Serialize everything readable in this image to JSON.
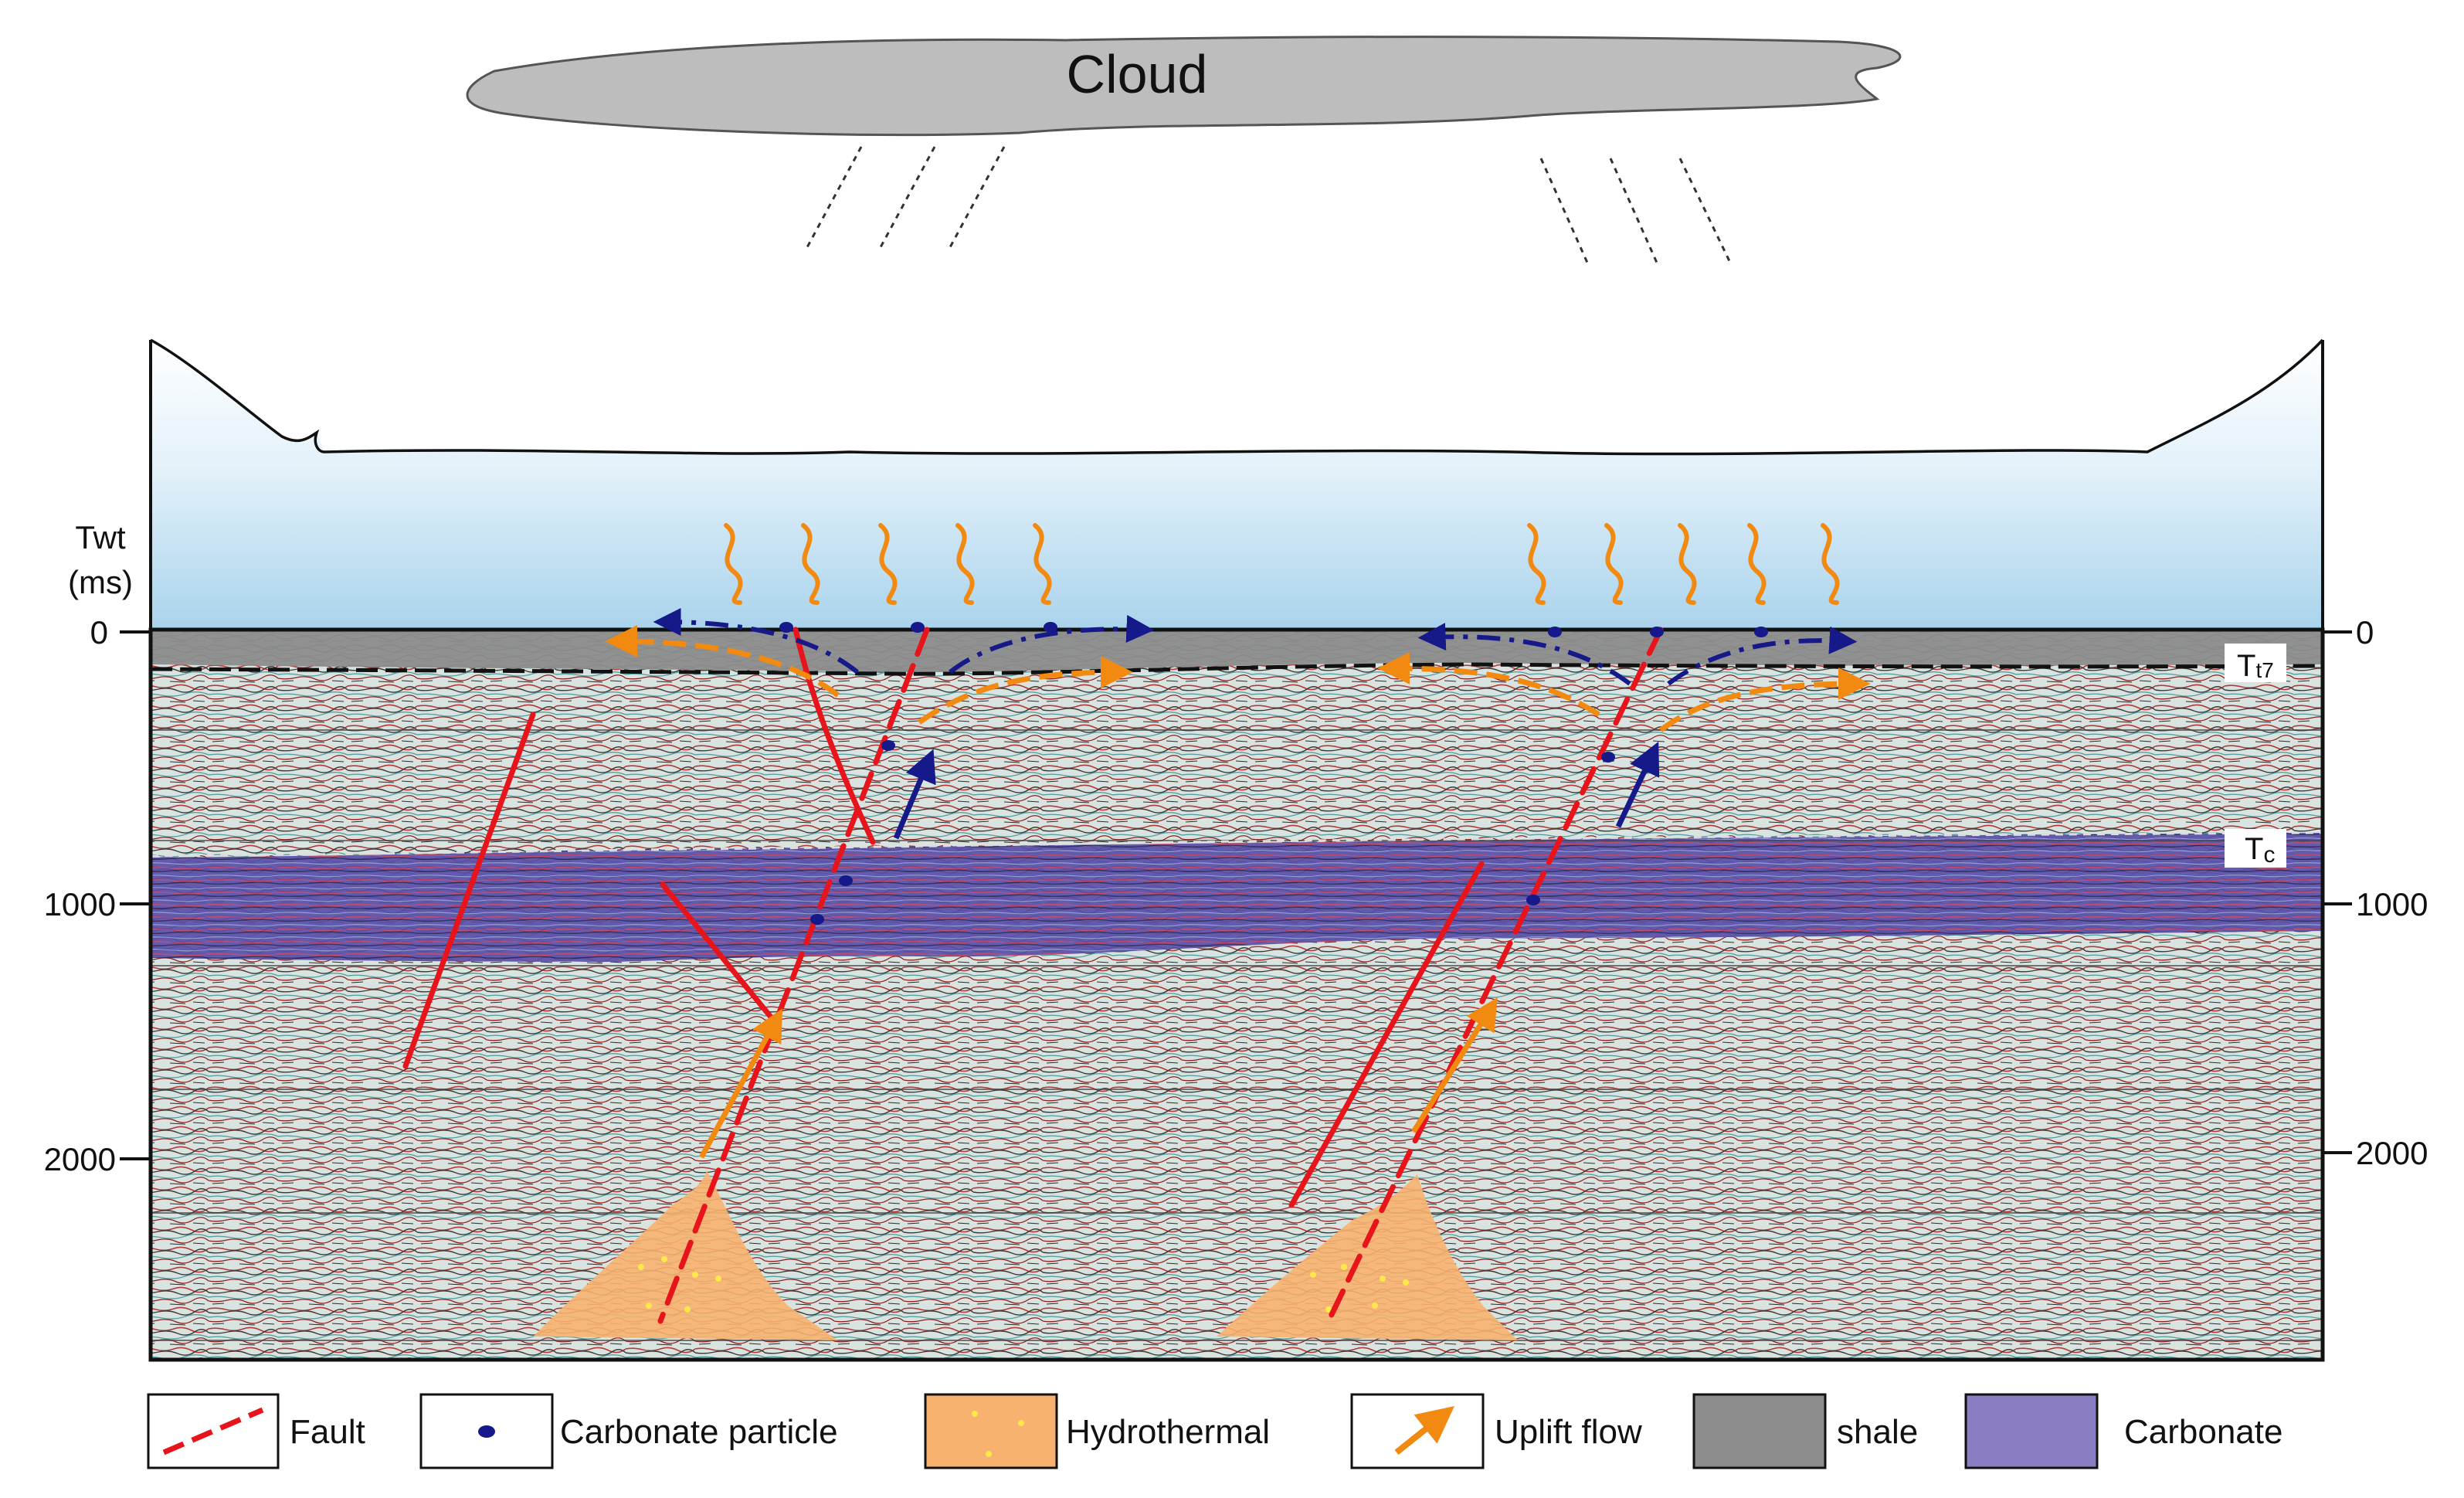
{
  "cloud_label": "Cloud",
  "axis": {
    "title_line1": "Twt",
    "title_line2": "(ms)",
    "ticks_left": [
      "0",
      "1000",
      "2000"
    ],
    "ticks_right": [
      "0",
      "1000",
      "2000"
    ]
  },
  "horizons": {
    "tt7_main": "T",
    "tt7_sub": "t7",
    "tc_main": "T",
    "tc_sub": "c"
  },
  "legend": {
    "fault": "Fault",
    "carbonate_particle": "Carbonate particle",
    "hydrothermal": "Hydrothermal",
    "uplift_flow": "Uplift flow",
    "shale": "shale",
    "carbonate": "Carbonate"
  },
  "colors": {
    "fault": "#e8141b",
    "particle": "#16198a",
    "hydrothermal": "#f7b26f",
    "uplift_flow": "#f28a12",
    "shale": "#8c8c8c",
    "carbonate": "#8a7dc1",
    "cloud": "#bdbdbd",
    "water_top": "#ffffff",
    "water_bottom": "#b3d9ef"
  }
}
